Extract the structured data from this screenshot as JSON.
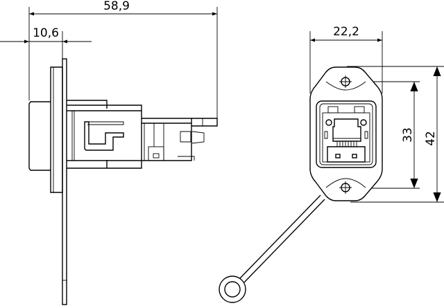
{
  "drawing": {
    "side_view": {
      "overall_length": "58,9",
      "flange_depth": "10,6"
    },
    "front_view": {
      "width": "22,2",
      "hole_spacing": "33",
      "overall_height": "42"
    },
    "colors": {
      "line": "#000000",
      "background": "#ffffff"
    }
  }
}
